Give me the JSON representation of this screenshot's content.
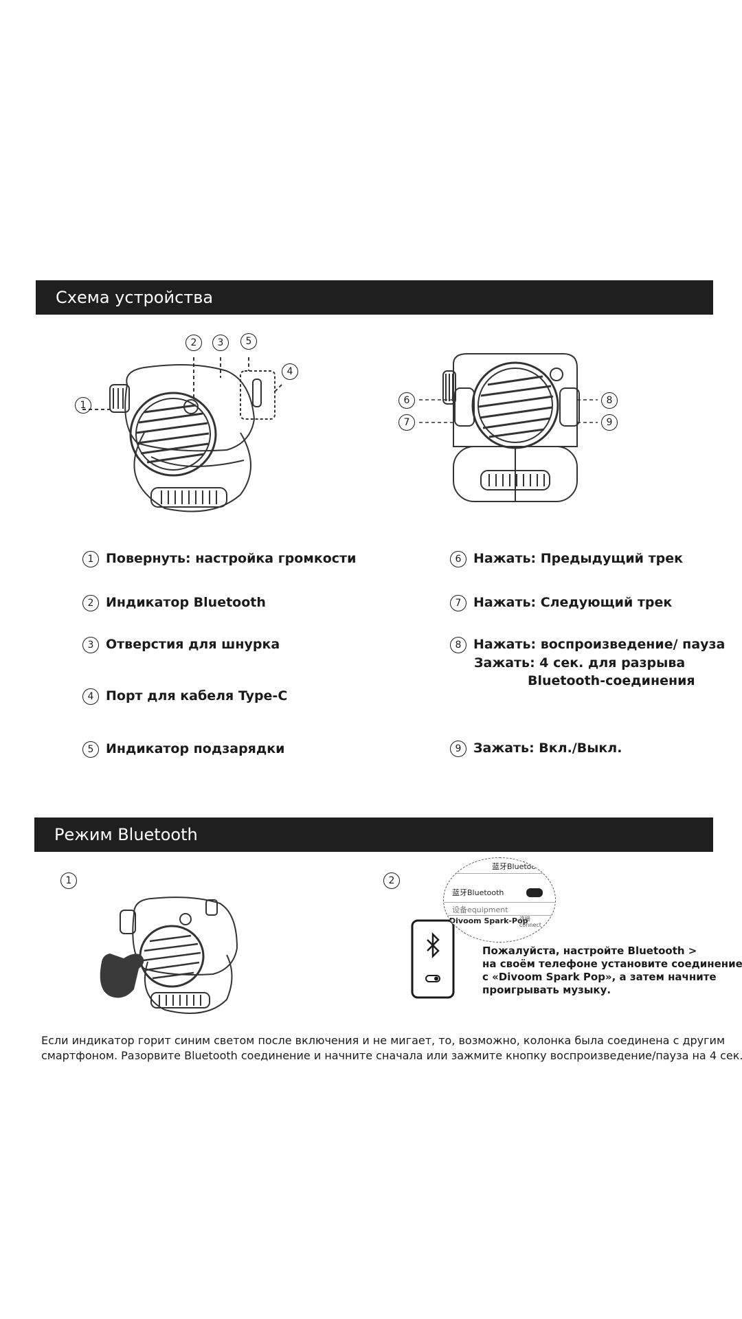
{
  "section_device": {
    "title": "Схема устройства",
    "callouts": [
      "1",
      "2",
      "3",
      "5",
      "4",
      "6",
      "8",
      "7",
      "9"
    ]
  },
  "legend": {
    "left": [
      {
        "num": "1",
        "text": "Повернуть: настройка громкости"
      },
      {
        "num": "2",
        "text": "Индикатор Bluetooth"
      },
      {
        "num": "3",
        "text": "Отверстия для шнурка"
      },
      {
        "num": "4",
        "text": "Порт для кабеля Type-C"
      },
      {
        "num": "5",
        "text": "Индикатор подзарядки"
      }
    ],
    "right": [
      {
        "num": "6",
        "text": "Нажать: Предыдущий трек"
      },
      {
        "num": "7",
        "text": "Нажать: Следующий трек"
      },
      {
        "num": "8",
        "lines": [
          "Нажать: воспроизведение/ пауза",
          "Зажать: 4 сек. для разрыва",
          "Bluetooth-соединения"
        ]
      },
      {
        "num": "9",
        "text": "Зажать: Вкл./Выкл."
      }
    ]
  },
  "section_bluetooth": {
    "title": "Режим Bluetooth",
    "step1": "1",
    "step2": "2",
    "bubble": {
      "header": "蓝牙Bluetooth",
      "toggle_label": "蓝牙Bluetooth",
      "devices_label": "设备equipment",
      "device_name": "Divoom Spark-Pop",
      "connect_label": "连接 connect"
    },
    "instructions": [
      "Пожалуйста, настройте Bluetooth >",
      "на своём телефоне установите соединение",
      "с «Divoom Spark Pop», а затем начните",
      "проигрывать музыку."
    ]
  },
  "note": {
    "lines": [
      "Если индикатор горит синим светом после включения и не мигает, то, возможно, колонка была соединена с другим",
      "смартфоном. Разорвите Bluetooth соединение и начните сначала или зажмите кнопку воспроизведение/пауза на 4 сек."
    ]
  }
}
